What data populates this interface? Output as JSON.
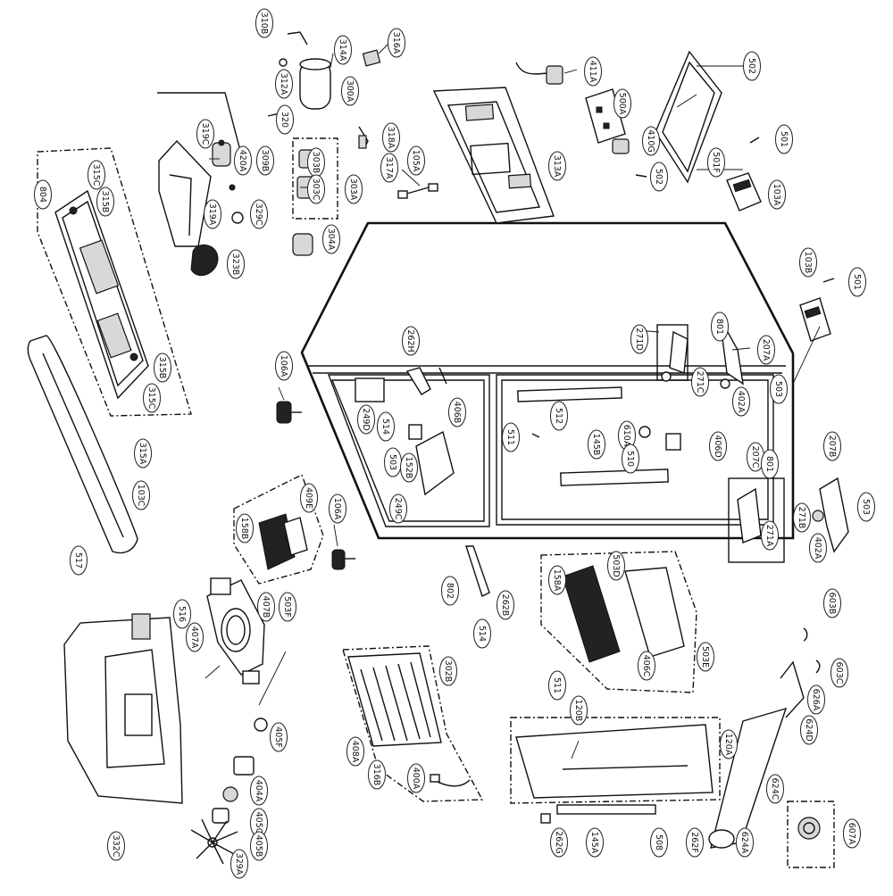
{
  "callouts": [
    "310B",
    "314A",
    "316A",
    "312A",
    "300A",
    "320",
    "319C",
    "420A",
    "309B",
    "319A",
    "329C",
    "323B",
    "303B",
    "303C",
    "303A",
    "304A",
    "318A",
    "317A",
    "105A",
    "313A",
    "411A",
    "500A",
    "410G",
    "502",
    "501",
    "501F",
    "502",
    "103A",
    "103B",
    "501",
    "804",
    "315C",
    "315B",
    "315B",
    "315C",
    "315A",
    "103C",
    "517",
    "106A",
    "262H",
    "249D",
    "514",
    "406B",
    "503",
    "152B",
    "249C",
    "511",
    "512",
    "145B",
    "610A",
    "510",
    "406D",
    "271D",
    "801",
    "207A",
    "271C",
    "503",
    "402A",
    "207C",
    "801",
    "207B",
    "503",
    "271B",
    "271A",
    "402A",
    "106A",
    "409E",
    "158B",
    "503F",
    "407B",
    "802",
    "262B",
    "514",
    "516",
    "407A",
    "332C",
    "405F",
    "404A",
    "405C",
    "405B",
    "329A",
    "302B",
    "408A",
    "316B",
    "400A",
    "158A",
    "503D",
    "406C",
    "503E",
    "511",
    "120B",
    "120A",
    "603B",
    "603C",
    "626A",
    "624D",
    "624C",
    "624A",
    "145A",
    "508",
    "262F",
    "262G",
    "607A"
  ]
}
